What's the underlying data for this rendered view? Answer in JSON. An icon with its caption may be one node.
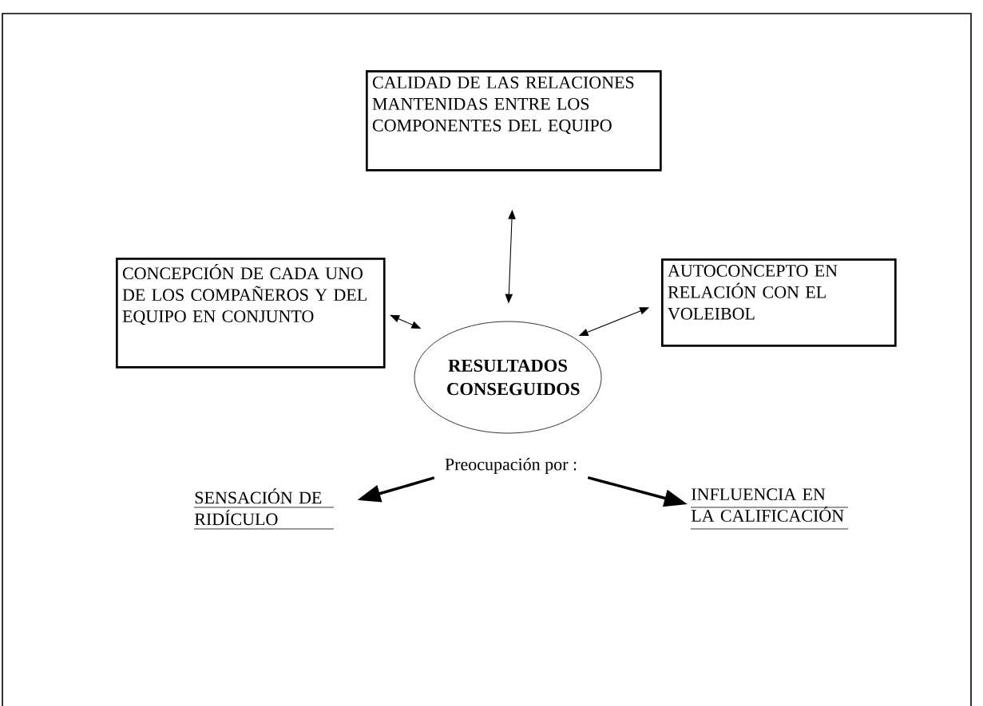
{
  "diagram": {
    "nodes": [
      {
        "text": [
          "CALIDAD DE LAS RELACIONES MANTENIDAS ENTRE LOS COMPONENTES DEL EQUIPO"
        ]
      },
      {
        "text": [
          "CONCEPCIÓN DE CADA UNO DE LOS COMPAÑEROS Y DEL EQUIPO EN CONJUNTO"
        ]
      },
      {
        "text": [
          "AUTOCONCEPTO EN RELACIÓN CON EL VOLEIBOL"
        ]
      },
      {
        "text": [
          "RESULTADOS CONSEGUIDOS"
        ]
      },
      {
        "text": [
          "Preocupación por :"
        ]
      },
      {
        "text": [
          "SENSACIÓN DE RIDÍCULO"
        ]
      },
      {
        "text": [
          "INFLUENCIA EN LA CALIFICACIÓN"
        ]
      }
    ],
    "edges": [
      {
        "from": 0,
        "to": 3,
        "arrow": "both"
      },
      {
        "from": 1,
        "to": 3,
        "arrow": "both"
      },
      {
        "from": 2,
        "to": 3,
        "arrow": "both"
      },
      {
        "from": 4,
        "to": 5,
        "arrow": "to",
        "style": "thick"
      },
      {
        "from": 4,
        "to": 6,
        "arrow": "to",
        "style": "thick"
      }
    ]
  }
}
